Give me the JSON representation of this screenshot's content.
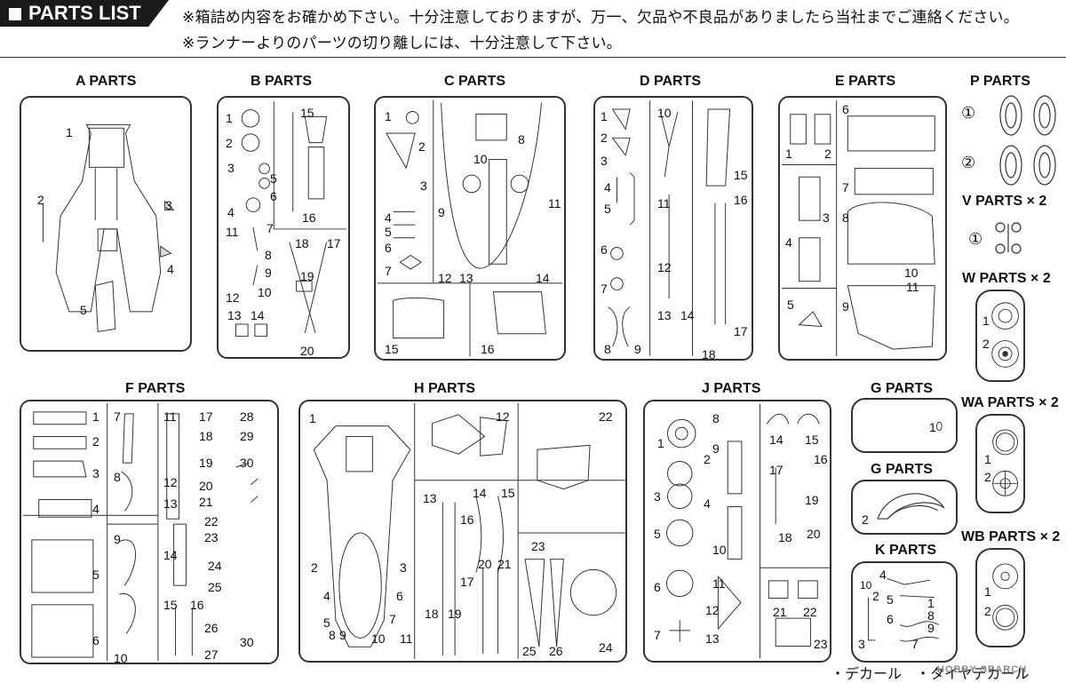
{
  "header": {
    "title": "PARTS LIST",
    "note1": "※箱詰め内容をお確かめ下さい。十分注意しておりますが、万一、欠品や不良品がありましたら当社までご連絡ください。",
    "note2": "※ランナーよりのパーツの切り離しには、十分注意して下さい。"
  },
  "sections": {
    "a": {
      "title": "A PARTS",
      "labels": [
        "1",
        "2",
        "3",
        "4",
        "5"
      ]
    },
    "b": {
      "title": "B PARTS",
      "labels": [
        "1",
        "2",
        "3",
        "4",
        "5",
        "6",
        "7",
        "8",
        "9",
        "10",
        "11",
        "12",
        "13",
        "14",
        "15",
        "16",
        "17",
        "18",
        "19",
        "20"
      ]
    },
    "c": {
      "title": "C PARTS",
      "labels": [
        "1",
        "2",
        "3",
        "4",
        "5",
        "6",
        "7",
        "8",
        "9",
        "10",
        "11",
        "12",
        "13",
        "14",
        "15",
        "16"
      ]
    },
    "d": {
      "title": "D PARTS",
      "labels": [
        "1",
        "2",
        "3",
        "4",
        "5",
        "6",
        "7",
        "8",
        "9",
        "10",
        "11",
        "12",
        "13",
        "14",
        "15",
        "16",
        "17",
        "18"
      ]
    },
    "e": {
      "title": "E PARTS",
      "labels": [
        "1",
        "2",
        "3",
        "4",
        "5",
        "6",
        "7",
        "8",
        "9",
        "10",
        "11"
      ]
    },
    "p": {
      "title": "P PARTS",
      "labels": [
        "①",
        "②"
      ]
    },
    "v": {
      "title": "V PARTS × 2",
      "labels": [
        "①"
      ]
    },
    "w": {
      "title": "W PARTS × 2",
      "labels": [
        "1",
        "2"
      ]
    },
    "f": {
      "title": "F PARTS",
      "labels": [
        "1",
        "2",
        "3",
        "4",
        "5",
        "6",
        "7",
        "8",
        "9",
        "10",
        "11",
        "12",
        "13",
        "14",
        "15",
        "16",
        "17",
        "18",
        "19",
        "20",
        "21",
        "22",
        "23",
        "24",
        "25",
        "26",
        "27",
        "28",
        "29",
        "30",
        "30"
      ]
    },
    "h": {
      "title": "H PARTS",
      "labels": [
        "1",
        "2",
        "3",
        "4",
        "5",
        "6",
        "7",
        "8",
        "9",
        "10",
        "11",
        "12",
        "13",
        "14",
        "15",
        "16",
        "17",
        "18",
        "19",
        "20",
        "21",
        "22",
        "23",
        "24",
        "25",
        "26"
      ]
    },
    "j": {
      "title": "J PARTS",
      "labels": [
        "1",
        "2",
        "3",
        "4",
        "5",
        "6",
        "7",
        "8",
        "9",
        "10",
        "11",
        "12",
        "13",
        "14",
        "15",
        "16",
        "17",
        "18",
        "19",
        "20",
        "21",
        "22",
        "23"
      ]
    },
    "g1": {
      "title": "G PARTS",
      "labels": [
        "1"
      ]
    },
    "g2": {
      "title": "G PARTS",
      "labels": [
        "2"
      ]
    },
    "k": {
      "title": "K PARTS",
      "labels": [
        "1",
        "2",
        "3",
        "4",
        "5",
        "6",
        "7",
        "8",
        "9",
        "10"
      ]
    },
    "wa": {
      "title": "WA PARTS × 2",
      "labels": [
        "1",
        "2"
      ]
    },
    "wb": {
      "title": "WB PARTS × 2",
      "labels": [
        "1",
        "2"
      ]
    }
  },
  "footer": {
    "text": "・デカール　・タイヤデカール",
    "watermark": "HOBBY SEARCH"
  }
}
